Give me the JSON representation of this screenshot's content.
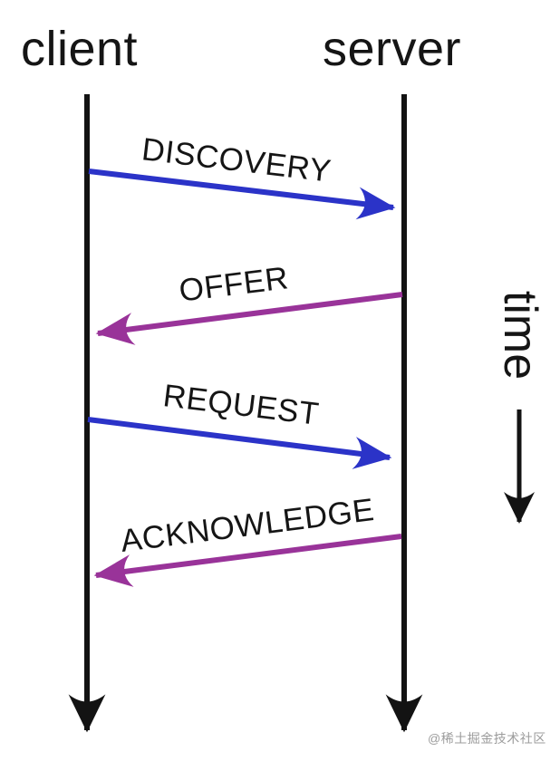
{
  "colors": {
    "blue": "#2b33c8",
    "purple": "#993399",
    "black": "#131313",
    "watermark_gray": "#9c9c9c"
  },
  "actors": [
    {
      "label": "client"
    },
    {
      "label": "server"
    }
  ],
  "messages": [
    {
      "label": "DISCOVERY",
      "from": "client",
      "to": "server",
      "color": "blue"
    },
    {
      "label": "OFFER",
      "from": "server",
      "to": "client",
      "color": "purple"
    },
    {
      "label": "REQUEST",
      "from": "client",
      "to": "server",
      "color": "blue"
    },
    {
      "label": "ACKNOWLEDGE",
      "from": "server",
      "to": "client",
      "color": "purple"
    }
  ],
  "time_axis": {
    "label": "time",
    "direction": "down"
  },
  "watermark": {
    "text": "@稀土掘金技术社区"
  }
}
